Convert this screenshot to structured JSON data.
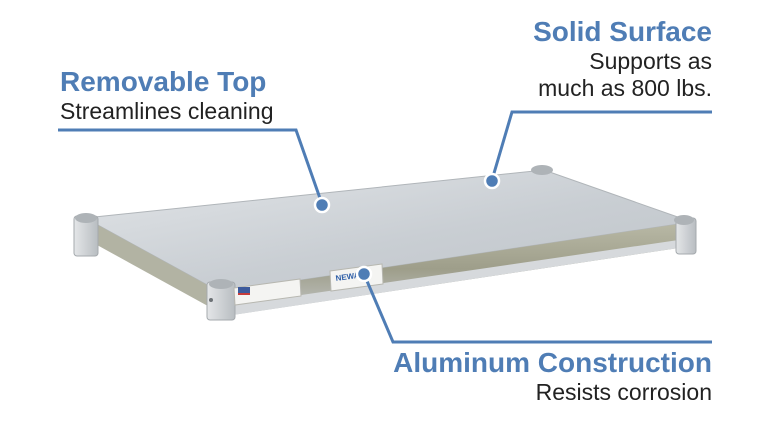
{
  "callouts": {
    "removable_top": {
      "title": "Removable Top",
      "description": "Streamlines cleaning"
    },
    "solid_surface": {
      "title": "Solid Surface",
      "description_line1": "Supports as",
      "description_line2": "much as 800 lbs."
    },
    "aluminum_construction": {
      "title": "Aluminum Construction",
      "description": "Resists corrosion"
    }
  },
  "product_label": {
    "brand": "NEWAGE"
  },
  "colors": {
    "accent": "#4f7db5",
    "text": "#222222",
    "shelf_top": "#cfd4d8",
    "shelf_edge": "#9a9a88"
  },
  "icons": {
    "flag": "us-flag-icon"
  }
}
